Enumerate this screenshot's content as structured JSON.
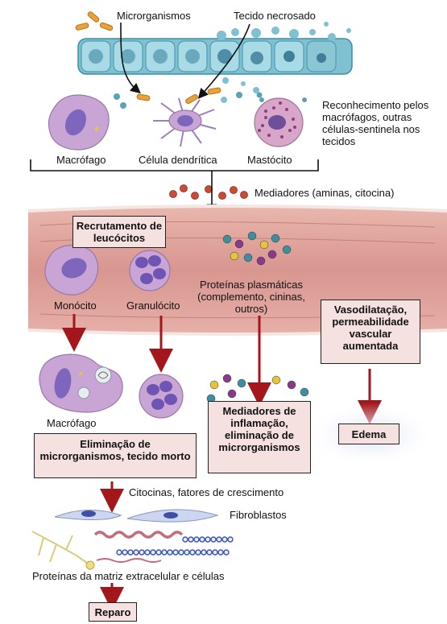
{
  "labels": {
    "microorganisms": "Microrganismos",
    "necrotic_tissue": "Tecido necrosado",
    "recognition": "Reconhecimento pelos macrófagos, outras células-sentinela nos tecidos",
    "macrophage_top": "Macrófago",
    "dendritic_cell": "Célula dendrítica",
    "mast_cell": "Mastócito",
    "mediators": "Mediadores (aminas, citocina)",
    "monocyte": "Monócito",
    "granulocyte": "Granulócito",
    "plasma_proteins": "Proteínas plasmáticas (complemento, cininas, outros)",
    "macrophage_bottom": "Macrófago",
    "cytokines": "Citocinas, fatores de crescimento",
    "fibroblasts": "Fibroblastos",
    "matrix_proteins": "Proteínas da matriz extracelular e células"
  },
  "boxes": {
    "recruitment": "Recrutamento de leucócitos",
    "vasodilation": "Vasodilatação, permeabilidade vascular aumentada",
    "elimination": "Eliminação de microrganismos, tecido morto",
    "inflammation_mediators": "Mediadores de inflamação, eliminação de microrganismos",
    "edema": "Edema",
    "repair": "Reparo"
  },
  "colors": {
    "arrow_red": "#a3161b",
    "vessel_wall": "#c98a86",
    "cell_purple": "#c9a5d6",
    "nucleus": "#7e66bd",
    "epithelium": "#9fd3df",
    "box_fill": "#f6e1e1"
  }
}
